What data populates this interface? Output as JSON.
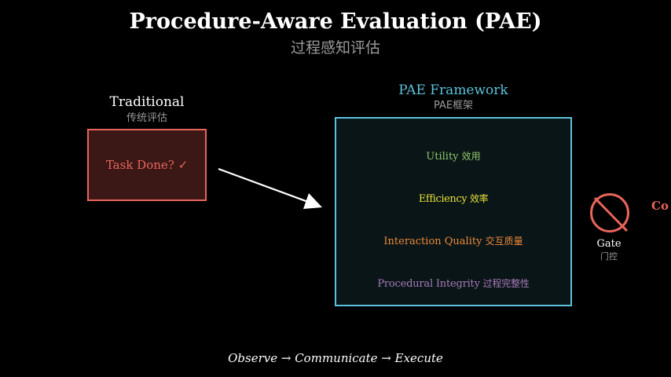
{
  "header": {
    "title": "Procedure-Aware Evaluation (PAE)",
    "subtitle": "过程感知评估"
  },
  "traditional": {
    "label": "Traditional",
    "sublabel": "传统评估",
    "box_text": "Task Done? ✓"
  },
  "framework": {
    "label": "PAE Framework",
    "sublabel": "PAE框架",
    "dimensions": [
      {
        "en": "Utility",
        "zh": "效用",
        "color": "#8ec86a"
      },
      {
        "en": "Efficiency",
        "zh": "效率",
        "color": "#e8e03a"
      },
      {
        "en": "Interaction Quality",
        "zh": "交互质量",
        "color": "#ef8a3a"
      },
      {
        "en": "Procedural Integrity",
        "zh": "过程完整性",
        "color": "#a67ab8"
      }
    ]
  },
  "gate": {
    "label": "Gate",
    "sublabel": "门控",
    "icon": "prohibition-icon"
  },
  "right_text": "Co",
  "footer": {
    "flow": "Observe → Communicate → Execute"
  },
  "colors": {
    "traditional": "#e8655a",
    "framework": "#5cc2dc",
    "background": "#000000"
  }
}
